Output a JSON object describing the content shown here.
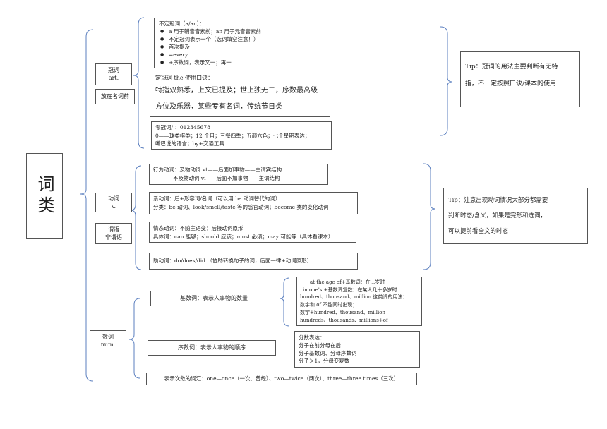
{
  "root": {
    "label": "词类"
  },
  "article": {
    "label_cn": "冠词",
    "label_en": "art.",
    "position_label": "放在名词前",
    "indefinite": {
      "title": "不定冠词（a/an）：",
      "items": [
        "a 用于辅音音素前；an 用于元音音素前",
        "不定冠词表示一个（选词填空注意！）",
        "首次提及",
        "=every",
        "+序数词，表示又一；再一"
      ]
    },
    "definite": {
      "title": "定冠词 the 使用口诀：",
      "lines": [
        "特指双熟悉，上文已提及；世上独无二，序数最高级",
        "方位及乐器，某些专有名词，传统节日类"
      ]
    },
    "zero": {
      "lines": [
        "零冠词/ ：012345678",
        "0——球类棋类；12 个月；三餐四季；五颜六色；七个星期表达；",
        "嘴巴说的语言；by+交通工具"
      ]
    },
    "tip": {
      "lines": [
        "Tip：冠词的用法主要判断有无特",
        "指，不一定按照口诀/课本的使用"
      ]
    }
  },
  "verb": {
    "label_cn": "动词",
    "label_en": "v.",
    "predicate_label_1": "谓语",
    "predicate_label_2": "非谓语",
    "action": {
      "lines": [
        "行为动词：及物动词 vt——后面加事物——主谓宾结构",
        "不及物动词 vi——后面不加事物——主谓结构"
      ]
    },
    "linking": {
      "lines": [
        "系动词：后+形容词/名词（可以用 be 动词替代的词）",
        "分类：be 动词、look/smell/taste 等的感官动词；become 类的变化动词"
      ]
    },
    "modal": {
      "lines": [
        "情态动词：不随主语变；后接动词原形",
        "具体词：can 能够；should 应该；must 必须；may 可能等（具体看课本）"
      ]
    },
    "auxiliary": {
      "lines": [
        "助动词：do/does/did （协助转换句子的词，后面一律+动词原形）"
      ]
    },
    "tip": {
      "lines": [
        "Tip：注意出现动词情况大部分都需要",
        "判断时态/含义，如果是完形和选词，",
        "可以提前看全文的时态"
      ]
    }
  },
  "numeral": {
    "label_cn": "数词",
    "label_en": "num.",
    "cardinal": {
      "label": "基数词：表示人事物的数量",
      "details": [
        "at the age of+基数词：在...岁时",
        "in one's +基数词复数：在某人几十多岁时",
        "hundred、thousand、million 这类词的用法：",
        "数字和 of 不能同时出现；",
        "数字+hundred、thousand、million",
        "hundreds、thousands、millions+of"
      ]
    },
    "ordinal": {
      "label": "序数词：表示人事物的顺序",
      "details": [
        "分数表达：",
        "分子在前分母在后",
        "分子基数词、分母序数词",
        "分子＞1，分母变复数"
      ]
    },
    "times": {
      "label": "表示次数的词汇：one—once（一次、曾经）、two—twice（两次）、three—three times（三次）"
    }
  }
}
